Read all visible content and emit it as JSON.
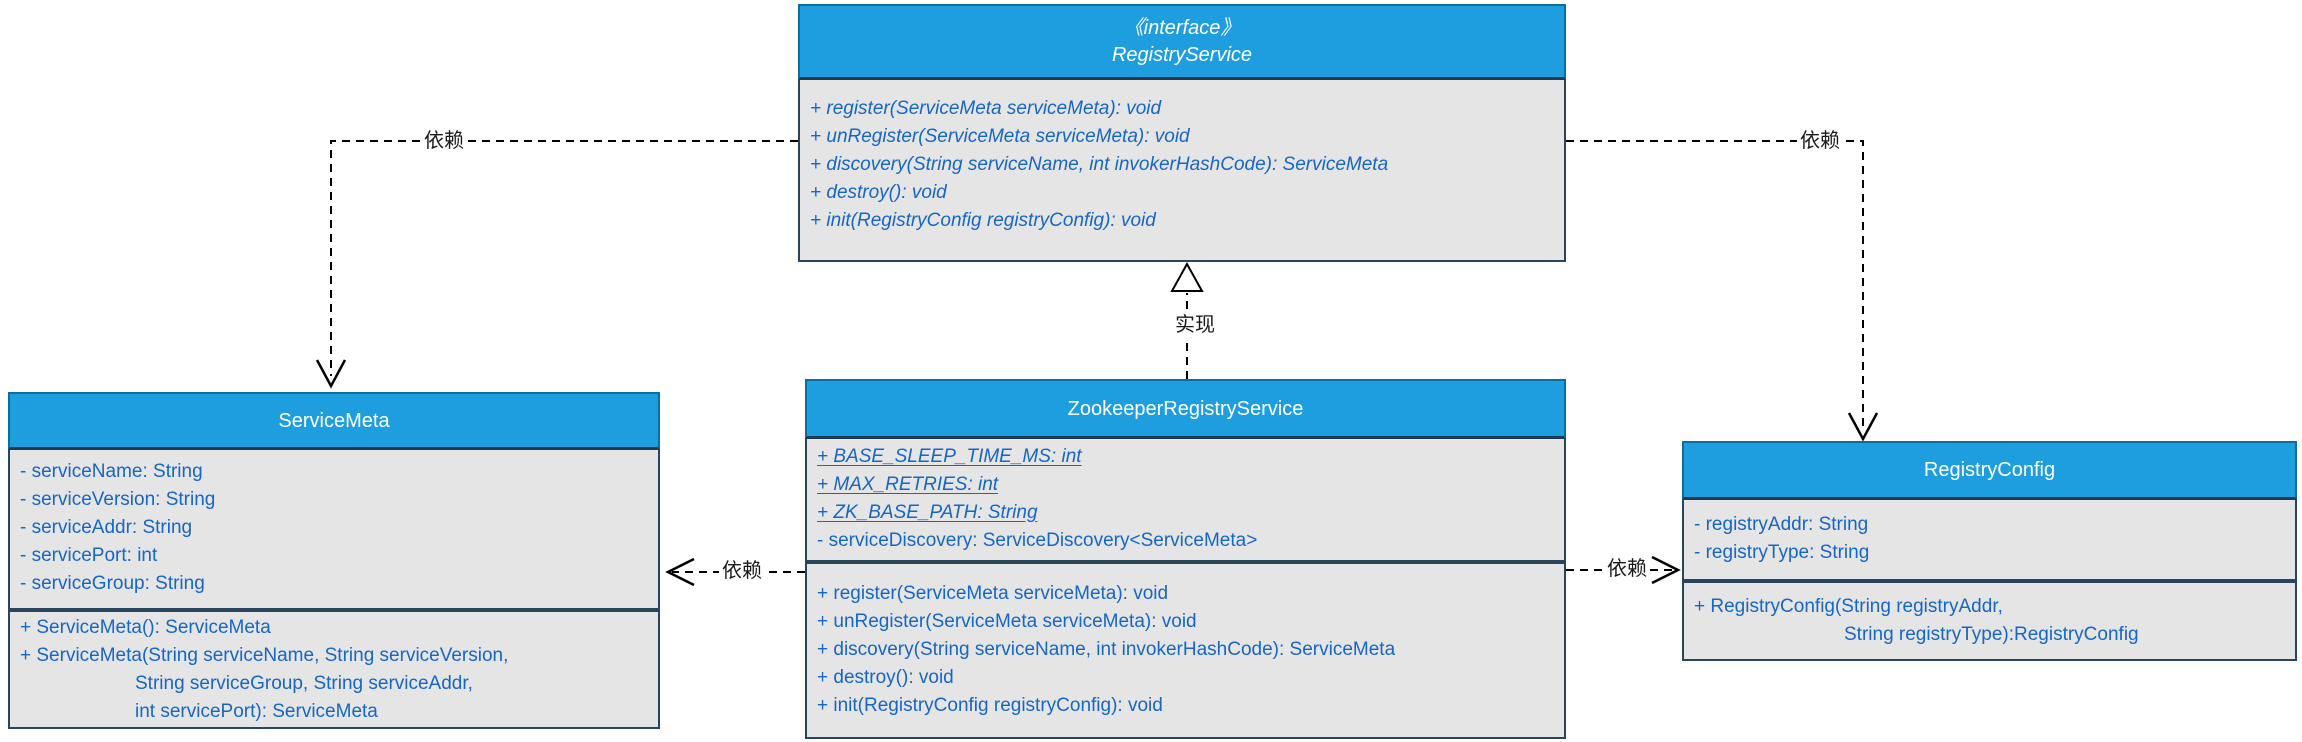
{
  "diagram": {
    "type": "uml-class-diagram",
    "colors": {
      "header_fill": "#1E9EDF",
      "header_border": "#0A6DA3",
      "body_fill": "#E5E5E5",
      "body_border": "#27455C",
      "member_text": "#1666C4",
      "title_text": "#FFFFFF",
      "edge_stroke": "#000000",
      "edge_label_text": "#1A1A1A",
      "background": "#FFFFFF"
    }
  },
  "classes": {
    "registry_service": {
      "stereotype": "《interface》",
      "name": "RegistryService",
      "methods": [
        {
          "text": "+ register(ServiceMeta serviceMeta): void",
          "italic": true
        },
        {
          "text": "+ unRegister(ServiceMeta serviceMeta): void",
          "italic": true
        },
        {
          "text": "+ discovery(String serviceName, int invokerHashCode): ServiceMeta",
          "italic": true
        },
        {
          "text": "+ destroy(): void",
          "italic": true
        },
        {
          "text": "+ init(RegistryConfig registryConfig): void",
          "italic": true
        }
      ]
    },
    "service_meta": {
      "name": "ServiceMeta",
      "attributes": [
        {
          "text": "- serviceName: String"
        },
        {
          "text": "- serviceVersion: String"
        },
        {
          "text": "- serviceAddr: String"
        },
        {
          "text": "- servicePort: int"
        },
        {
          "text": "- serviceGroup: String"
        }
      ],
      "methods": [
        {
          "text": "+ ServiceMeta(): ServiceMeta"
        },
        {
          "text": "+ ServiceMeta(String serviceName, String serviceVersion,"
        },
        {
          "text": "String serviceGroup, String serviceAddr,",
          "indent": 1
        },
        {
          "text": "int servicePort): ServiceMeta",
          "indent": 1
        }
      ]
    },
    "zookeeper_registry_service": {
      "name": "ZookeeperRegistryService",
      "attributes": [
        {
          "text": "+ BASE_SLEEP_TIME_MS: int",
          "italic": true,
          "underline": true
        },
        {
          "text": "+ MAX_RETRIES: int",
          "italic": true,
          "underline": true
        },
        {
          "text": "+ ZK_BASE_PATH: String",
          "italic": true,
          "underline": true
        },
        {
          "text": "- serviceDiscovery: ServiceDiscovery<ServiceMeta>"
        }
      ],
      "methods": [
        {
          "text": "+ register(ServiceMeta serviceMeta): void"
        },
        {
          "text": "+ unRegister(ServiceMeta serviceMeta): void"
        },
        {
          "text": "+ discovery(String serviceName, int invokerHashCode): ServiceMeta"
        },
        {
          "text": "+ destroy(): void"
        },
        {
          "text": "+ init(RegistryConfig registryConfig): void"
        }
      ]
    },
    "registry_config": {
      "name": "RegistryConfig",
      "attributes": [
        {
          "text": "- registryAddr: String"
        },
        {
          "text": "- registryType: String"
        }
      ],
      "methods": [
        {
          "text": "+ RegistryConfig(String registryAddr,"
        },
        {
          "text": "String registryType):RegistryConfig",
          "indent": 2
        }
      ]
    }
  },
  "edges": {
    "interface_to_servicemeta": {
      "label": "依赖",
      "type": "dependency"
    },
    "interface_to_registryconfig": {
      "label": "依赖",
      "type": "dependency"
    },
    "zookeeper_realizes_interface": {
      "label": "实现",
      "type": "realization"
    },
    "zookeeper_to_servicemeta": {
      "label": "依赖",
      "type": "dependency"
    },
    "zookeeper_to_registryconfig": {
      "label": "依赖",
      "type": "dependency"
    }
  }
}
